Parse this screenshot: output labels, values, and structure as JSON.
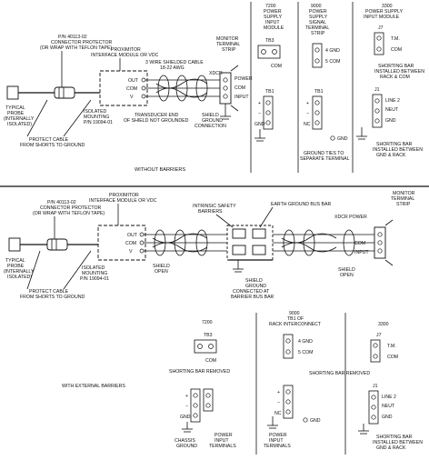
{
  "top": {
    "pn_connector": "P/N 40113-02",
    "connector_protector": "CONNECTOR PROTECTOR",
    "connector_wrap": "(OR WRAP WITH TEFLON TAPE)",
    "proximitor": "PROXIMITOR",
    "proximitor_sub": "INTERFACE MODULE OR VDC",
    "cable": "3 WIRE SHIELDED CABLE",
    "cable_awg": "18-22 AWG",
    "monitor_terminal": [
      "MONITOR",
      "TERMINAL",
      "STRIP"
    ],
    "terms_out": "OUT",
    "terms_com": "COM",
    "terms_v": "V",
    "xdcr_power": "XDCR",
    "xdcr_power2": "POWER",
    "com": "COM",
    "input": "INPUT",
    "typical_probe": [
      "TYPICAL",
      "PROBE",
      "(INTERNALLY",
      "ISOLATED)"
    ],
    "isolated_mounting": [
      "ISOLATED",
      "MOUNTING",
      "P/N 19094-01"
    ],
    "transducer_end": "TRANSDUCER END",
    "of_shield": "OF SHIELD NOT GROUNDED",
    "shield_ground": [
      "SHIELD",
      "GROUND",
      "CONNECTION"
    ],
    "protect_cable": [
      "PROTECT CABLE",
      "FROM SHORTS TO GROUND"
    ],
    "without_barriers": "WITHOUT BARRIERS",
    "m7200_title": [
      "7200",
      "POWER",
      "SUPPLY",
      "INPUT",
      "MODULE"
    ],
    "tb3": "TB3",
    "tb1": "TB1",
    "com_short": "COM",
    "m9000_title": [
      "9000",
      "POWER",
      "SUPPLY",
      "SIGNAL",
      "TERMINAL",
      "STRIP"
    ],
    "four_gnd": "4 GND",
    "five_com": "5 COM",
    "ground_ties": "GROUND TIES TO",
    "separate_terminal": "SEPARATE TERMINAL",
    "gnd": "GND",
    "nc": "NC",
    "m3300_title": [
      "3300",
      "POWER SUPPLY",
      "INPUT MODULE"
    ],
    "j7": "J7",
    "j1": "J1",
    "tm": "T.M.",
    "shorting_bar": [
      "SHORTING BAR",
      "INSTALLED BETWEEN",
      "RACK & COM"
    ],
    "line2": "LINE 2",
    "neut": "NEUT",
    "shorting_bar2": [
      "SHORTING BAR",
      "INSTALLED BETWEEN",
      "GND & RACK"
    ]
  },
  "bottom": {
    "pn_connector": "P/N 40113-02",
    "connector_protector": "CONNECTOR PROTECTOR",
    "connector_wrap": "(OR WRAP WITH TEFLON TAPE)",
    "proximitor": "PROXIMITOR",
    "proximitor_sub": "INTERFACE MODULE OR VDC",
    "intrinsic": [
      "INTRINSIC SAFETY",
      "BARRIERS"
    ],
    "earth_bus": "EARTH GROUND BUS BAR",
    "monitor_terminal": [
      "MONITOR",
      "TERMINAL",
      "STRIP"
    ],
    "xdcr_power": "XDCR POWER",
    "com": "COM",
    "input": "INPUT",
    "typical_probe": [
      "TYPICAL",
      "PROBE",
      "(INTERNALLY",
      "ISOLATED)"
    ],
    "isolated_mounting": [
      "ISOLATED",
      "MOUNTING",
      "P/N 19094-01"
    ],
    "shield_open": [
      "SHIELD",
      "OPEN"
    ],
    "shield_open2": [
      "SHIELD",
      "OPEN"
    ],
    "shield_ground": [
      "SHIELD",
      "GROUND",
      "CONNECTED AT",
      "BARRIER BUS BAR"
    ],
    "protect_cable": [
      "PROTECT CABLE",
      "FROM SHORTS TO GROUND"
    ],
    "with_external": "WITH EXTERNAL BARRIERS",
    "m7200": "7200",
    "tb3": "TB3",
    "com_short": "COM",
    "shorting_removed_1": "SHORTING BAR REMOVED",
    "m9000": "9000",
    "tb1_rack": [
      "TB1 OF",
      "RACK INTERCONNECT"
    ],
    "four_gnd": "4 GND",
    "five_com": "5 COM",
    "m3300": "3300",
    "j7": "J7",
    "tm": "T.M.",
    "com_j7": "COM",
    "shorting_removed_2": "SHORTING BAR REMOVED",
    "j1": "J1",
    "line2": "LINE 2",
    "neut": "NEUT",
    "gnd": "GND",
    "chassis_ground": [
      "CHASSIS",
      "GROUND"
    ],
    "power_input_terminals": [
      "POWER",
      "INPUT",
      "TERMINALS"
    ],
    "power_input_terminals2": [
      "POWER",
      "INPUT",
      "TERMINALS"
    ],
    "shorting_bar3": [
      "SHORTING BAR",
      "INSTALLED BETWEEN",
      "GND & RACK"
    ]
  }
}
